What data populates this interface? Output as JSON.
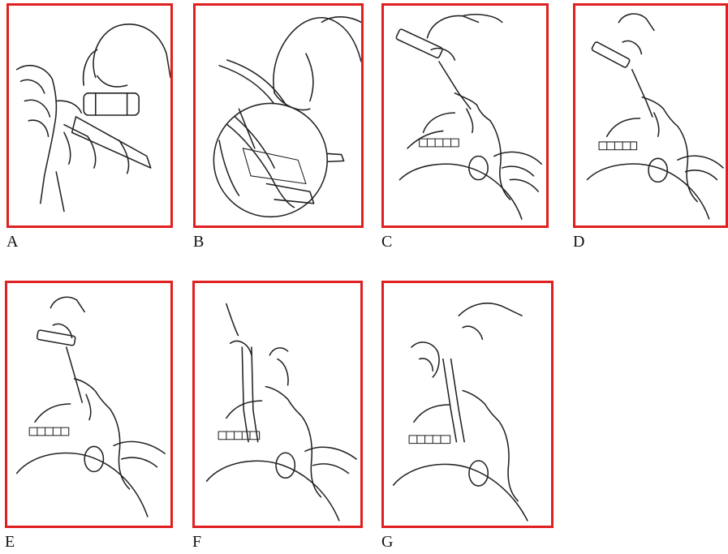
{
  "panels": [
    {
      "label": "A",
      "content": "hand-holding-laryngoscope-handle"
    },
    {
      "label": "B",
      "content": "gloved-hand-inserting-blade-with-inset-detail"
    },
    {
      "label": "C",
      "content": "blade-entering-mouth-head-tilted"
    },
    {
      "label": "D",
      "content": "blade-advancing-tongue-displaced"
    },
    {
      "label": "E",
      "content": "blade-tip-in-vallecula-lift"
    },
    {
      "label": "F",
      "content": "tube-passing-through-cords"
    },
    {
      "label": "G",
      "content": "tube-placement-confirmed-hand-stabilizing"
    }
  ],
  "colors": {
    "frame": "#e02020",
    "ink": "#222222"
  }
}
